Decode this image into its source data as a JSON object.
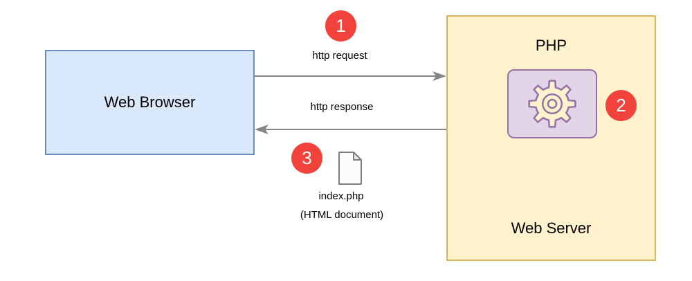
{
  "diagram": {
    "browser": {
      "label": "Web Browser"
    },
    "server": {
      "label": "Web Server",
      "php_label": "PHP"
    },
    "flows": {
      "request_label": "http request",
      "response_label": "http response"
    },
    "steps": {
      "one": "1",
      "two": "2",
      "three": "3"
    },
    "document": {
      "filename": "index.php",
      "note": "(HTML document)"
    }
  },
  "colors": {
    "browser-fill": "#dae8fc",
    "browser-stroke": "#6c8ebf",
    "server-fill": "#fff2cc",
    "server-stroke": "#d6b656",
    "php-fill": "#e1d5e7",
    "php-stroke": "#9673a6",
    "badge": "#f2423c",
    "arrow": "#858585",
    "text": "#000000"
  }
}
